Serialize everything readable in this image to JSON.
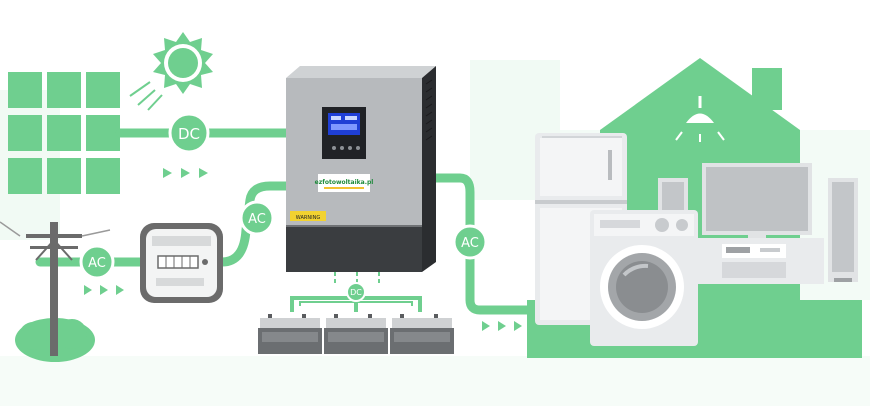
{
  "labels": {
    "solar_link": "DC",
    "grid_link": "AC",
    "meter_link": "AC",
    "output_link": "AC",
    "battery_link": "DC"
  },
  "inverter": {
    "brand": "ezfotowoltaika.pl",
    "warning": "WARNING"
  },
  "colors": {
    "accent": "#6fcf8f",
    "light": "#e4f5ea",
    "inverter_body": "#b5b8bb",
    "inverter_dark": "#3a3d40",
    "screen": "#1f3fd6",
    "appliance": "#e9ebed"
  }
}
